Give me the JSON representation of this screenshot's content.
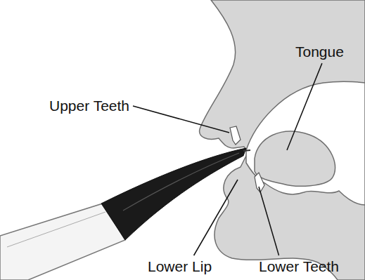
{
  "diagram": {
    "labels": [
      "Tongue",
      "Upper Teeth",
      "Lower Lip",
      "Lower Teeth"
    ]
  }
}
